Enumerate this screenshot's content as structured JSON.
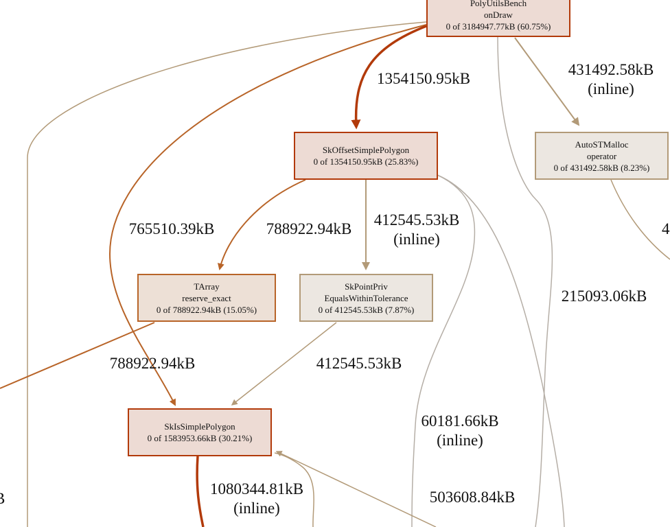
{
  "nodes": {
    "ondraw": {
      "line1": "PolyUtilsBench",
      "line2": "onDraw",
      "line3": "0 of 3184947.77kB (60.75%)"
    },
    "offset": {
      "line1": "SkOffsetSimplePolygon",
      "line2": "0 of 1354150.95kB (25.83%)"
    },
    "malloc": {
      "line1": "AutoSTMalloc",
      "line2": "operator",
      "line3": "0 of 431492.58kB (8.23%)"
    },
    "tarray": {
      "line1": "TArray",
      "line2": "reserve_exact",
      "line3": "0 of 788922.94kB (15.05%)"
    },
    "pointpriv": {
      "line1": "SkPointPriv",
      "line2": "EqualsWithinTolerance",
      "line3": "0 of 412545.53kB (7.87%)"
    },
    "issimple": {
      "line1": "SkIsSimplePolygon",
      "line2": "0 of 1583953.66kB (30.21%)"
    }
  },
  "edges": {
    "ondraw_offset": {
      "value": "1354150.95kB"
    },
    "ondraw_malloc": {
      "value": "431492.58kB",
      "note": "(inline)"
    },
    "ondraw_issimple": {
      "value": "765510.39kB"
    },
    "ondraw_down": {
      "value": "215093.06kB"
    },
    "offset_tarray": {
      "value": "788922.94kB"
    },
    "offset_pointpriv": {
      "value": "412545.53kB",
      "note": "(inline)"
    },
    "offset_down": {
      "value": "60181.66kB",
      "note": "(inline)"
    },
    "tarray_left": {
      "value": "788922.94kB"
    },
    "pointpriv_issimple": {
      "value": "412545.53kB"
    },
    "issimple_down": {
      "value": "1080344.81kB",
      "note": "(inline)"
    },
    "into_issimple": {
      "value": "503608.84kB"
    },
    "malloc_right_partial": {
      "value": "4"
    },
    "left_partial": {
      "value": "B"
    }
  },
  "colors": {
    "hot": "#b23a0a",
    "warm": "#b86428",
    "cool": "#b29a78",
    "gray": "#b5aea6"
  }
}
